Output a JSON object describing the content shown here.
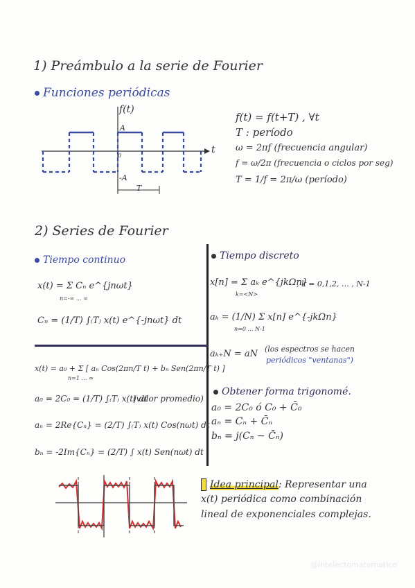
{
  "section1": {
    "title": "1) Preámbulo a la serie de Fourier",
    "subtitle": "Funciones periódicas",
    "plot": {
      "ylabel": "f(t)",
      "xlabel": "t",
      "a_pos": "A",
      "a_neg": "-A",
      "period": "T",
      "origin": "0"
    },
    "eqs": [
      "f(t) = f(t+T) ,  ∀t",
      "T : período",
      "ω = 2πf  (frecuencia angular)",
      "f = ω/2π  (frecuencia o ciclos por seg)",
      "T = 1/f = 2π/ω  (período)"
    ]
  },
  "section2": {
    "title": "2) Series de Fourier",
    "continuous": {
      "heading": "Tiempo continuo",
      "eq1": "x(t) = Σ Cₙ e^{jnωt}",
      "eq1_limits": "n=-∞ … ∞",
      "eq2": "Cₙ = (1/T) ∫₍T₎ x(t) e^{-jnωt} dt"
    },
    "trig": {
      "eq1": "x(t) = a₀ + Σ [ aₙ Cos(2πn/T t) + bₙ Sen(2πn/T t) ]",
      "eq1_limits": "n=1 … ∞",
      "eq2": "a₀ = 2C₀ = (1/T) ∫₍T₎ x(t) dt",
      "eq2_note": "(valor promedio)",
      "eq3": "aₙ = 2Re{Cₙ} = (2/T) ∫₍T₎ x(t) Cos(nωt) dt",
      "eq4": "bₙ = -2Im{Cₙ} = (2/T) ∫ x(t) Sen(nωt) dt"
    },
    "discrete": {
      "heading": "Tiempo discreto",
      "eq1": "x[n] = Σ aₖ e^{jkΩn}",
      "eq1_limits": "k=<N>",
      "eq1_note": ", k = 0,1,2, … , N-1",
      "eq2": "aₖ = (1/N) Σ x[n] e^{-jkΩn}",
      "eq2_limits": "n=0 … N-1",
      "eq3": "aₖ₊N = aN",
      "eq3_note1": "(los espectros se hacen",
      "eq3_note2": "periódicos \"ventanas\")"
    },
    "trig_form": {
      "heading": "Obtener forma trigonomé.",
      "eq1": "a₀ = 2C₀  ó  C₀ + C̄₀",
      "eq2": "aₙ = Cₙ + C̄ₙ",
      "eq3": "bₙ = j(Cₙ − C̄ₙ)"
    },
    "idea": {
      "label": "Idea principal",
      "text1": ": Representar una",
      "text2": "x(t) periódica como combinación",
      "text3": "lineal de exponenciales complejas."
    }
  },
  "watermark": "@intelectomatematico",
  "colors": {
    "ink": "#333333",
    "blue": "#3a4aa0",
    "red": "#d23030",
    "highlight": "#f2dc3d"
  }
}
